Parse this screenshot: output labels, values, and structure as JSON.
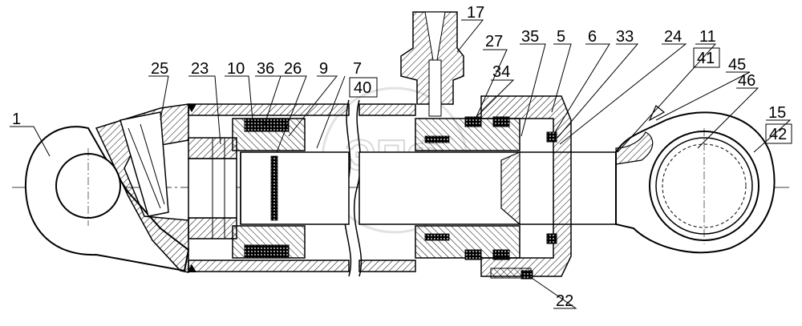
{
  "watermark": {
    "text": "ЭПФ"
  },
  "callouts": [
    {
      "id": "c1",
      "text": "1"
    },
    {
      "id": "c25",
      "text": "25"
    },
    {
      "id": "c23",
      "text": "23"
    },
    {
      "id": "c10",
      "text": "10"
    },
    {
      "id": "c36",
      "text": "36"
    },
    {
      "id": "c26",
      "text": "26"
    },
    {
      "id": "c9",
      "text": "9"
    },
    {
      "id": "c7",
      "text": "7"
    },
    {
      "id": "c40",
      "text": "40",
      "boxed": true
    },
    {
      "id": "c17",
      "text": "17"
    },
    {
      "id": "c27",
      "text": "27"
    },
    {
      "id": "c34",
      "text": "34"
    },
    {
      "id": "c35",
      "text": "35"
    },
    {
      "id": "c5",
      "text": "5"
    },
    {
      "id": "c6",
      "text": "6"
    },
    {
      "id": "c33",
      "text": "33"
    },
    {
      "id": "c24",
      "text": "24"
    },
    {
      "id": "c11",
      "text": "11"
    },
    {
      "id": "c41",
      "text": "41",
      "boxed": true
    },
    {
      "id": "c45",
      "text": "45"
    },
    {
      "id": "c46",
      "text": "46"
    },
    {
      "id": "c15",
      "text": "15"
    },
    {
      "id": "c42",
      "text": "42",
      "boxed": true
    },
    {
      "id": "c22",
      "text": "22"
    }
  ]
}
